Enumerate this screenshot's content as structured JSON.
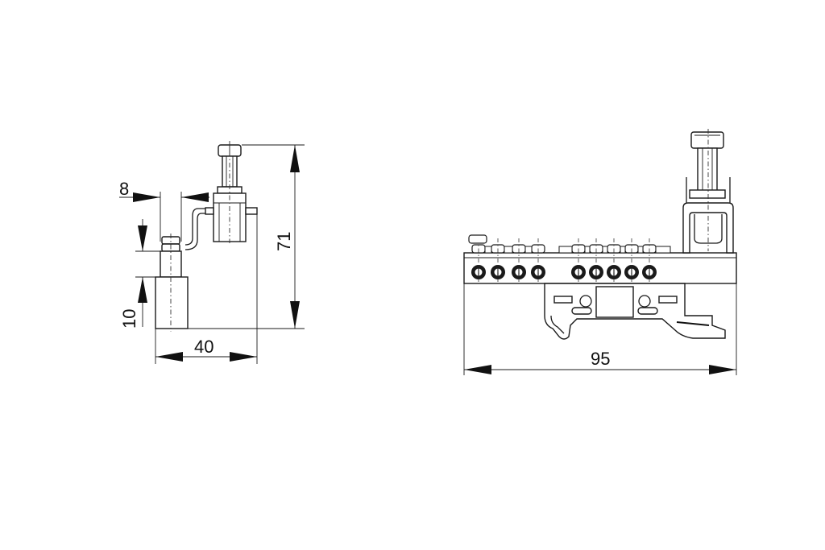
{
  "dimensions": {
    "side_pitch": "8",
    "side_lower": "10",
    "side_height": "71",
    "side_width": "40",
    "front_width": "95"
  },
  "colors": {
    "line": "#1a1a1a",
    "background": "#ffffff"
  }
}
